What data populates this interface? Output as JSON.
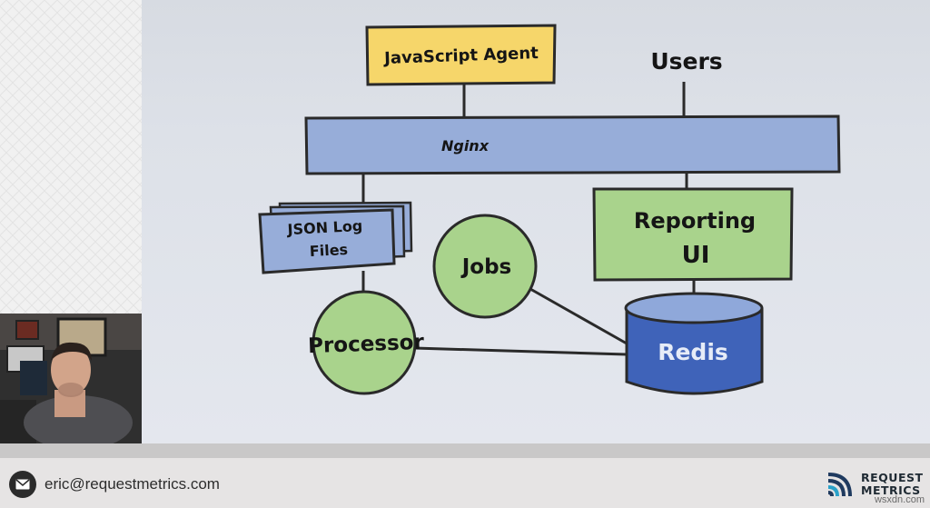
{
  "diagram": {
    "nodes": {
      "javascript_agent": "JavaScript Agent",
      "users": "Users",
      "nginx": "Nginx",
      "json_log_line1": "JSON Log",
      "json_log_line2": "Files",
      "jobs": "Jobs",
      "reporting_line1": "Reporting",
      "reporting_line2": "UI",
      "processor": "Processor",
      "redis": "Redis"
    },
    "colors": {
      "agent_fill": "#f6d66a",
      "nginx_fill": "#97add9",
      "log_fill": "#97add9",
      "reporting_fill": "#a9d38c",
      "circle_fill": "#a9d38c",
      "redis_fill": "#3f63b9",
      "redis_top": "#8fa8da",
      "stroke": "#2a2a2a"
    }
  },
  "footer": {
    "email": "eric@requestmetrics.com",
    "email_icon": "envelope-icon",
    "brand_line1": "REQUEST",
    "brand_line2": "METRICS",
    "brand_icon": "request-metrics-logo",
    "watermark": "wsxdn.com"
  }
}
